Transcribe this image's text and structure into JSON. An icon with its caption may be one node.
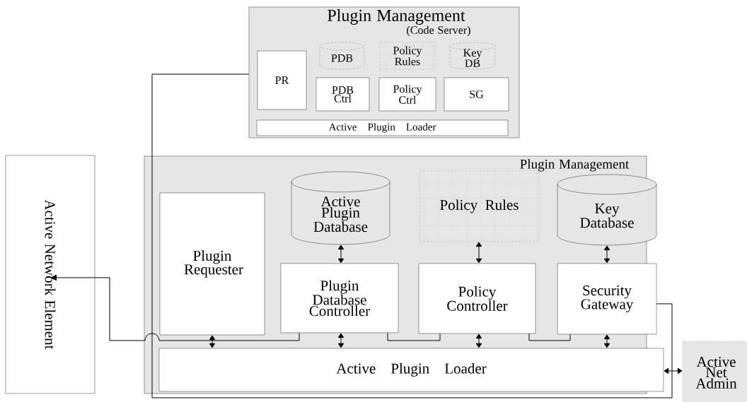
{
  "diagram": {
    "nodes": [
      {
        "text": [
          "Plugin Management",
          "(Code Server)"
        ]
      },
      {
        "text": [
          "PR"
        ],
        "in": 0
      },
      {
        "text": [
          "PDB"
        ],
        "in": 0
      },
      {
        "text": [
          "Policy Rules"
        ],
        "in": 0
      },
      {
        "text": [
          "Key DB"
        ],
        "in": 0
      },
      {
        "text": [
          "PDB Ctrl"
        ],
        "in": 0
      },
      {
        "text": [
          "Policy Ctrl"
        ],
        "in": 0
      },
      {
        "text": [
          "SG"
        ],
        "in": 0
      },
      {
        "text": [
          "Active Plugin Loader"
        ],
        "in": 0
      },
      {
        "text": [
          "Active Network Element"
        ]
      },
      {
        "text": [
          "Plugin Management"
        ]
      },
      {
        "text": [
          "Plugin Requester"
        ],
        "in": 10
      },
      {
        "text": [
          "Active Plugin Database"
        ],
        "in": 10
      },
      {
        "text": [
          "Policy Rules"
        ],
        "in": 10
      },
      {
        "text": [
          "Key Database"
        ],
        "in": 10
      },
      {
        "text": [
          "Plugin Database Controller"
        ],
        "in": 10
      },
      {
        "text": [
          "Policy Controller"
        ],
        "in": 10
      },
      {
        "text": [
          "Security Gateway"
        ],
        "in": 10
      },
      {
        "text": [
          "Active Plugin Loader"
        ],
        "in": 10
      },
      {
        "text": [
          "Active Net Admin"
        ]
      }
    ],
    "edges": [
      {
        "from": 12,
        "to": 15,
        "arrow": "both"
      },
      {
        "from": 13,
        "to": 16,
        "arrow": "both"
      },
      {
        "from": 14,
        "to": 17,
        "arrow": "both"
      },
      {
        "from": 11,
        "to": 18,
        "arrow": "both"
      },
      {
        "from": 15,
        "to": 18,
        "arrow": "both"
      },
      {
        "from": 16,
        "to": 18,
        "arrow": "both"
      },
      {
        "from": 17,
        "to": 18,
        "arrow": "both"
      },
      {
        "from": 18,
        "to": 19,
        "arrow": "both"
      },
      {
        "from": 15,
        "to": 9,
        "arrow": "to"
      },
      {
        "from": 15,
        "to": 16,
        "arrow": "none"
      },
      {
        "from": 16,
        "to": 17,
        "arrow": "none"
      },
      {
        "from": 0,
        "to": 17,
        "arrow": "none"
      }
    ]
  }
}
